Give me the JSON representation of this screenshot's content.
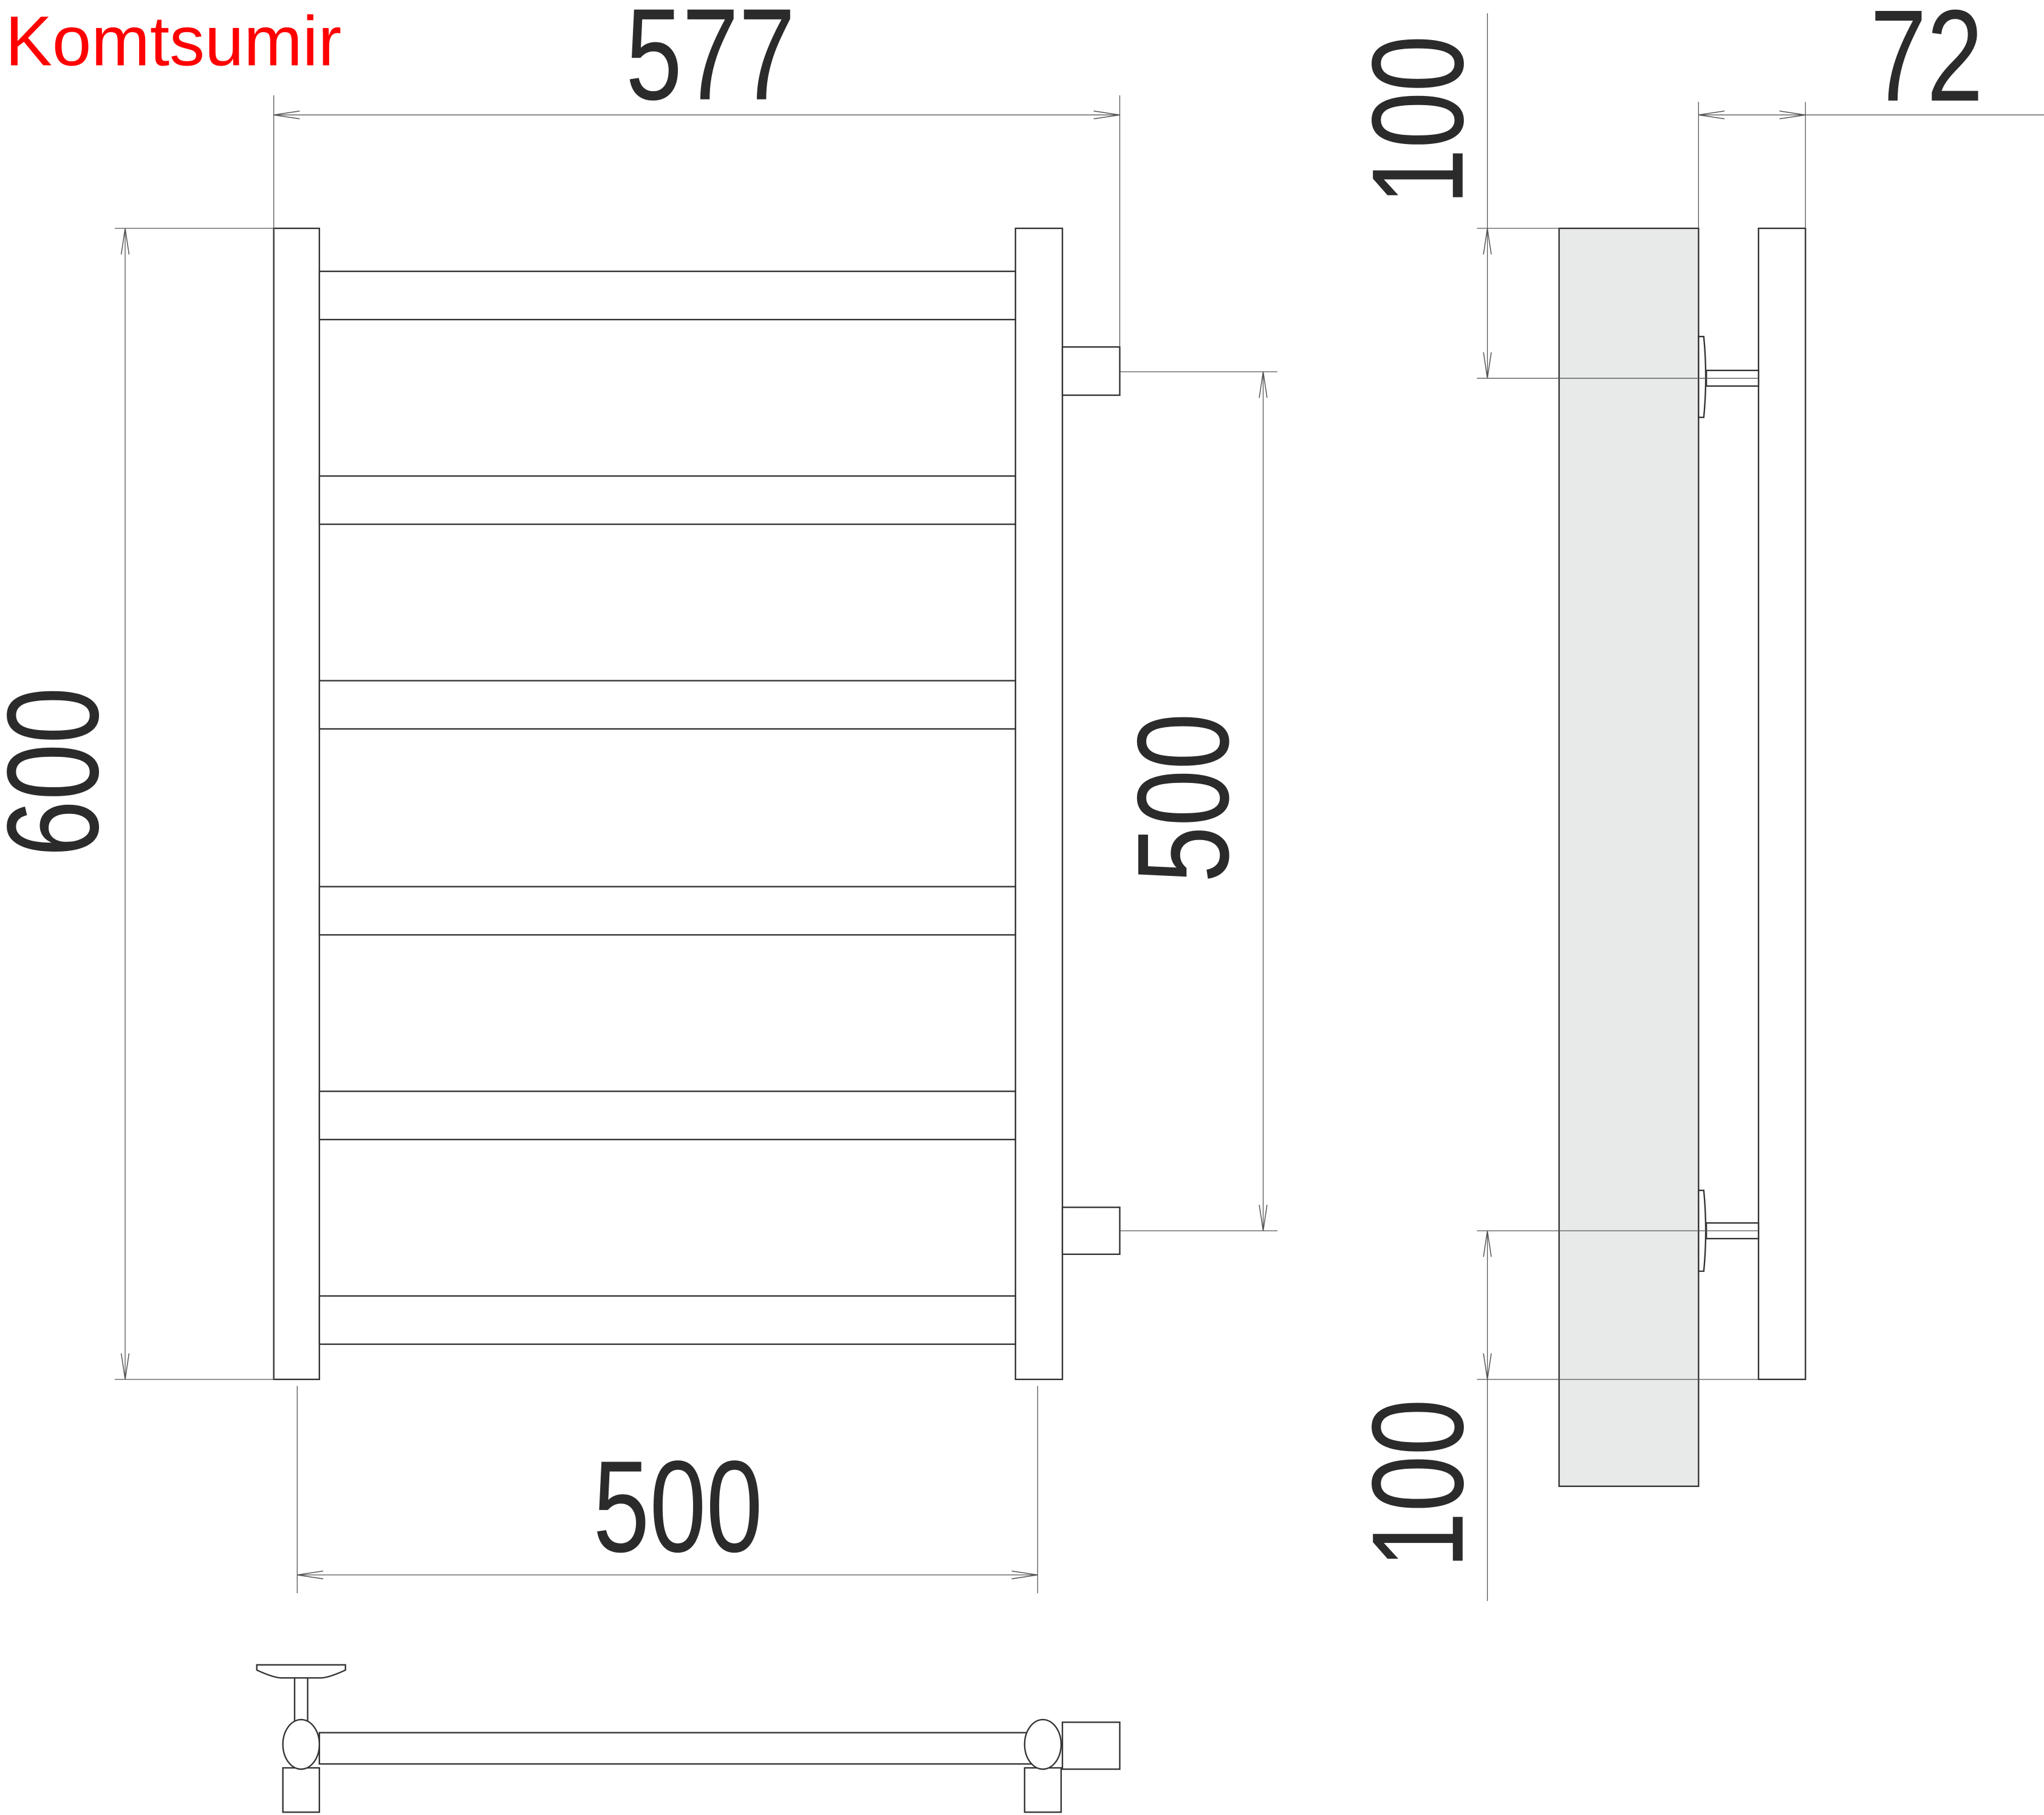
{
  "brand": "Komtsumir",
  "dimensions": {
    "overall_width": "577",
    "height": "600",
    "connection_spacing": "500",
    "post_spacing": "500",
    "depth": "72",
    "top_offset": "100",
    "bottom_offset": "100"
  },
  "colors": {
    "brand": "#ff0000",
    "wall": "#e8eae9",
    "line": "#333333"
  }
}
